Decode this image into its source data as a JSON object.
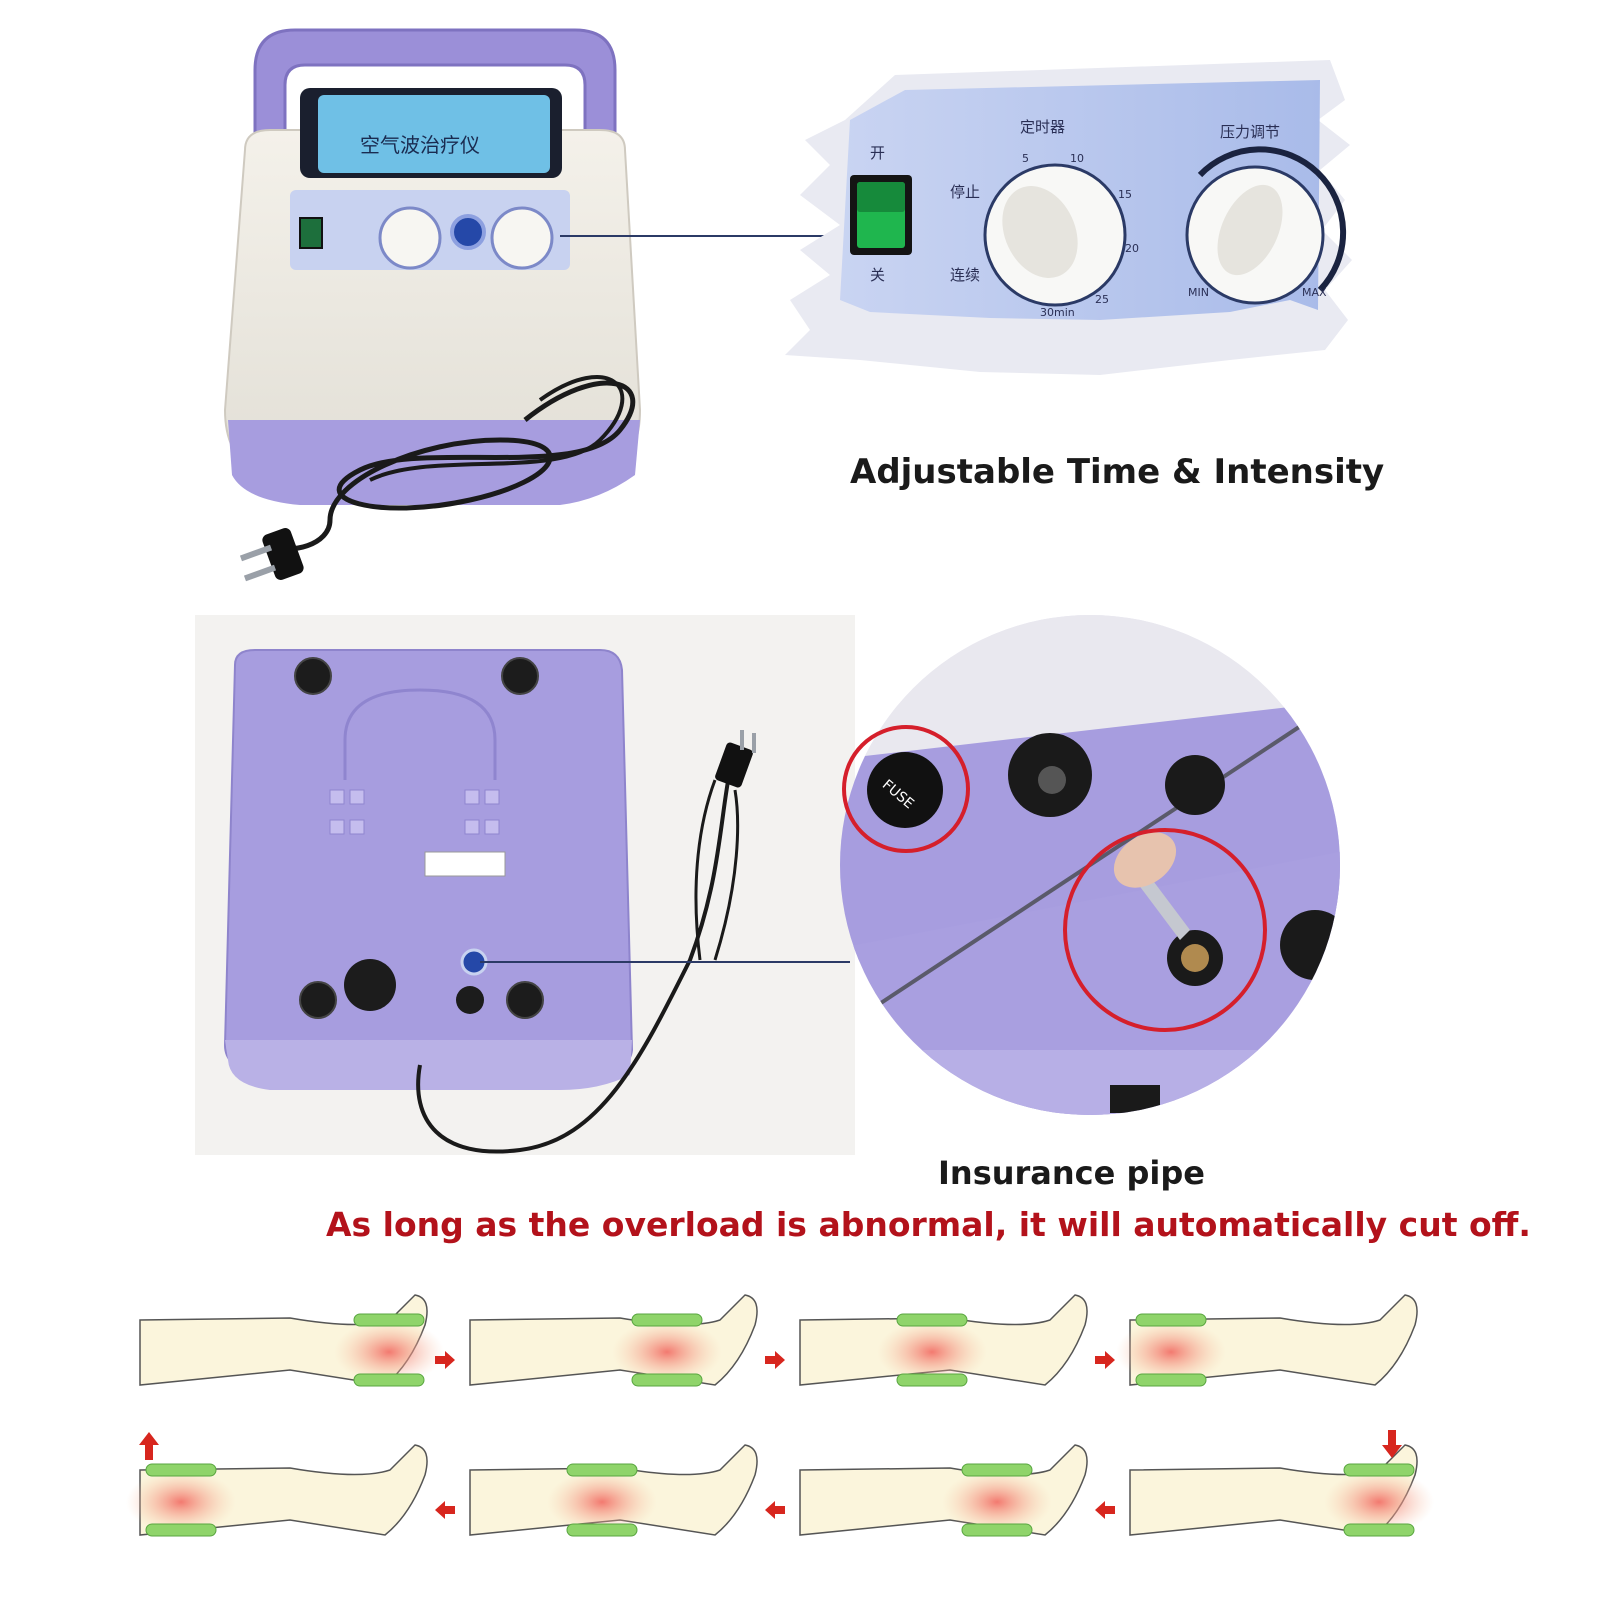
{
  "captions": {
    "time_intensity": "Adjustable Time & Intensity",
    "insurance_pipe": "Insurance pipe",
    "warning": "As long as the overload is abnormal, it will automatically cut off."
  },
  "device": {
    "screen_text": "空气波治疗仪",
    "fuse_label": "FUSE"
  },
  "control_panel": {
    "power_on": "开",
    "power_off": "关",
    "timer_label": "定时器",
    "pressure_label": "压力调节",
    "timer_stop": "停止",
    "timer_continuous": "连续",
    "timer_marks": [
      "5",
      "10",
      "15",
      "20",
      "25",
      "30min"
    ],
    "pressure_min": "MIN",
    "pressure_max": "MAX"
  },
  "colors": {
    "lavender": "#9f93d9",
    "panel_blue": "#b7c6ee",
    "warning_red": "#b3121b",
    "cuff_green": "#8fd46a",
    "pressure_red": "#f08a80",
    "arrow_red": "#d7261e"
  }
}
